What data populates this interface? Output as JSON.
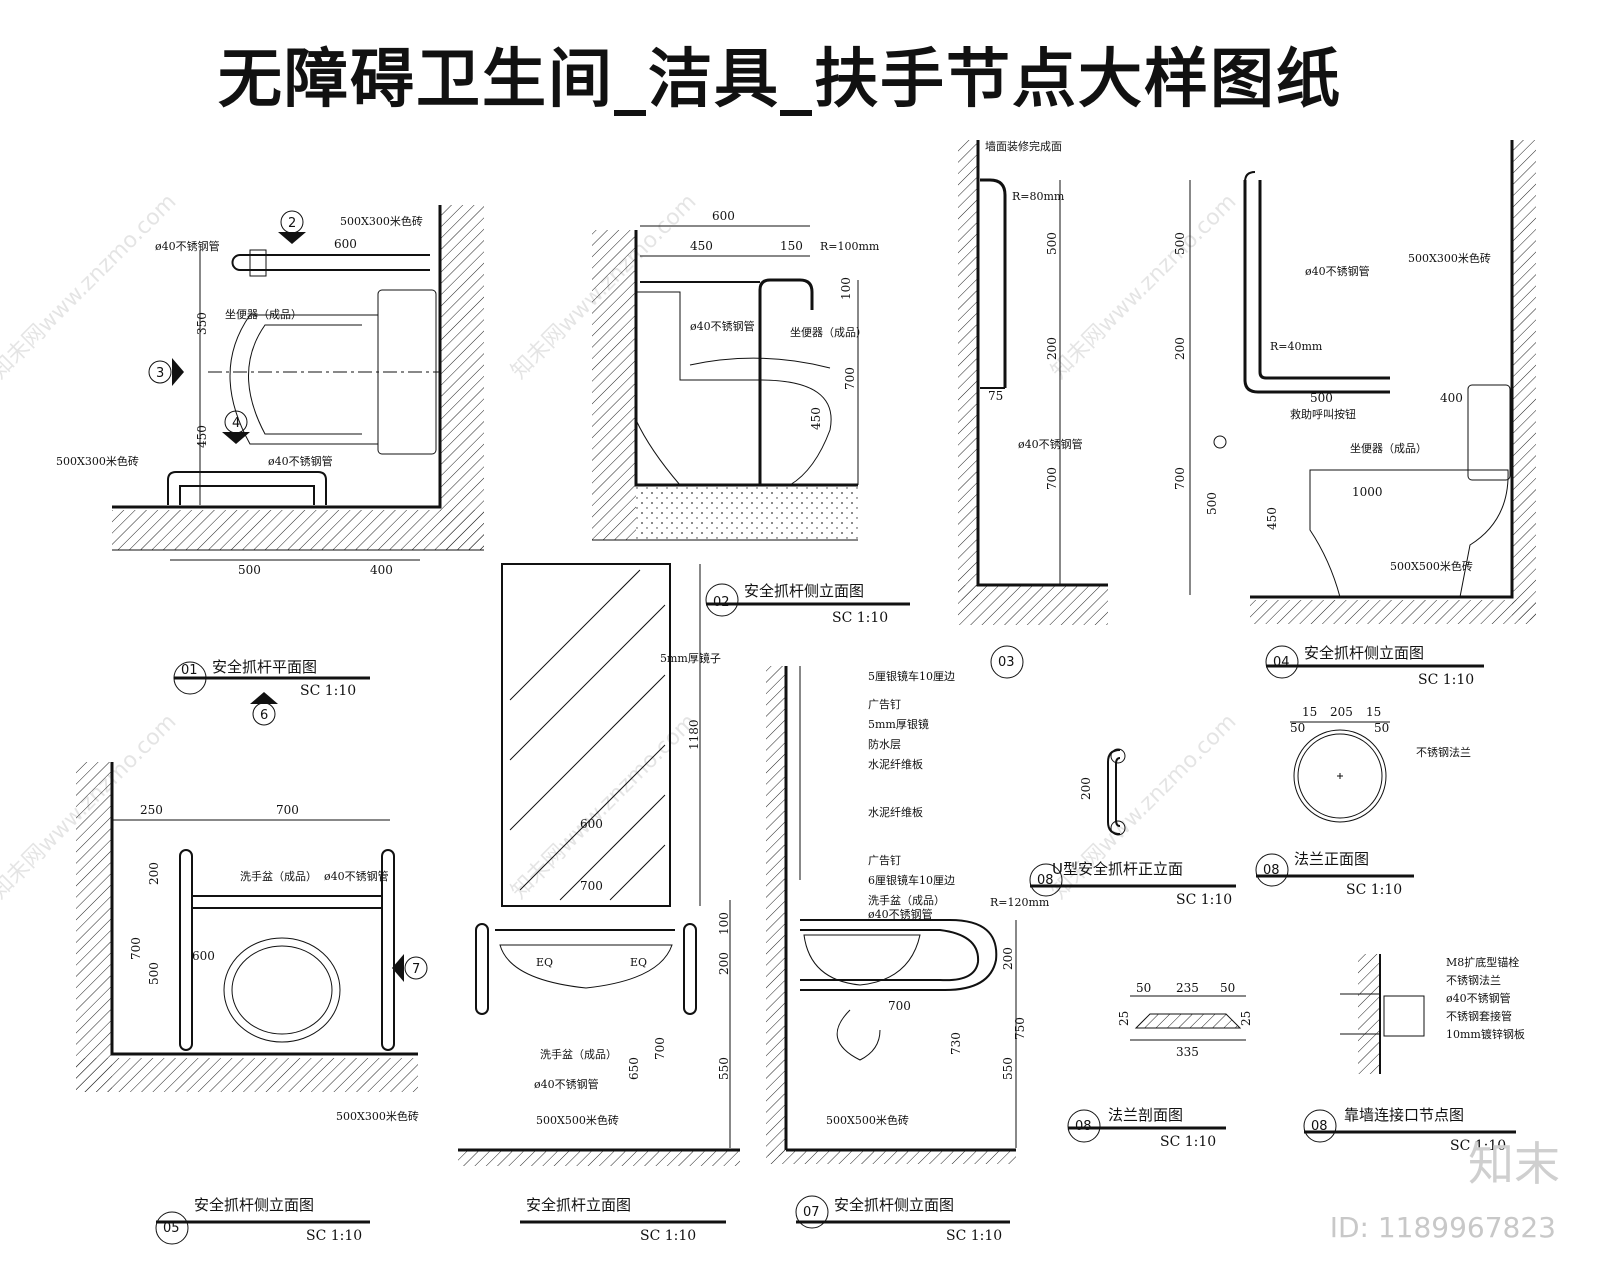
{
  "title": "无障碍卫生间_洁具_扶手节点大样图纸",
  "watermark": {
    "text": "知未网www.znzmo.com",
    "brand": "知末",
    "id_label": "ID: 1189967823"
  },
  "drawings": {
    "d01": {
      "num": "01",
      "title": "安全抓杆平面图",
      "scale": "SC 1:10",
      "labels": {
        "tile": "500X300米色砖",
        "pipe": "ø40不锈钢管",
        "toilet": "坐便器（成品）",
        "tile2": "500X300米色砖",
        "pipe2": "ø40不锈钢管"
      },
      "dims": {
        "d600": "600",
        "d350": "350",
        "d450": "450",
        "d500": "500",
        "d400": "400"
      },
      "markers": {
        "m2": "2",
        "m3": "3",
        "m4": "4",
        "m6": "6"
      }
    },
    "d02": {
      "num": "02",
      "title": "安全抓杆侧立面图",
      "scale": "SC 1:10",
      "labels": {
        "pipe": "ø40不锈钢管",
        "toilet": "坐便器（成品）",
        "radius": "R=100mm"
      },
      "dims": {
        "d600": "600",
        "d450": "450",
        "d150": "150",
        "d100": "100",
        "d700": "700",
        "d450b": "450"
      }
    },
    "d03": {
      "num": "03",
      "labels": {
        "wall": "墙面装修完成面",
        "radius": "R=80mm",
        "pipe": "ø40不锈钢管"
      },
      "dims": {
        "d500": "500",
        "d200": "200",
        "d700": "700",
        "d75": "75"
      }
    },
    "d04": {
      "num": "04",
      "title": "安全抓杆侧立面图",
      "scale": "SC 1:10",
      "labels": {
        "tile": "500X300米色砖",
        "pipe": "ø40不锈钢管",
        "radius": "R=40mm",
        "button": "救助呼叫按钮",
        "toilet": "坐便器（成品）",
        "floor": "500X500米色砖"
      },
      "dims": {
        "d500": "500",
        "d200": "200",
        "d700": "700",
        "d500b": "500",
        "d400": "400",
        "d1000": "1000",
        "d500c": "500",
        "d450": "450"
      }
    },
    "d05": {
      "num": "05",
      "title": "安全抓杆侧立面图",
      "scale": "SC 1:10",
      "labels": {
        "basin": "洗手盆（成品）",
        "pipe": "ø40不锈钢管",
        "tile": "500X300米色砖"
      },
      "dims": {
        "d250": "250",
        "d700": "700",
        "d200": "200",
        "d700b": "700",
        "d500": "500",
        "d600": "600"
      },
      "markers": {
        "m7": "7"
      }
    },
    "d06": {
      "title": "安全抓杆立面图",
      "scale": "SC 1:10",
      "labels": {
        "mirror": "5mm厚镜子",
        "basin": "洗手盆（成品）",
        "pipe": "ø40不锈钢管",
        "floor": "500X500米色砖",
        "eq1": "EQ",
        "eq2": "EQ"
      },
      "dims": {
        "d1180": "1180",
        "d600": "600",
        "d700": "700",
        "d100": "100",
        "d200": "200",
        "d650": "650",
        "d700b": "700",
        "d550": "550"
      }
    },
    "d07": {
      "num": "07",
      "title": "安全抓杆侧立面图",
      "scale": "SC 1:10",
      "labels": {
        "l1": "5厘银镜车10厘边",
        "l2": "广告钉",
        "l3": "5mm厚银镜",
        "l4": "防水层",
        "l5": "水泥纤维板",
        "l6": "水泥纤维板",
        "l7": "广告钉",
        "l8": "6厘银镜车10厘边",
        "basin": "洗手盆（成品）",
        "pipe": "ø40不锈钢管",
        "radius": "R=120mm",
        "floor": "500X500米色砖"
      },
      "dims": {
        "d700": "700",
        "d200": "200",
        "d730": "730",
        "d550": "550",
        "d750": "750"
      }
    },
    "d08a": {
      "num": "08",
      "title": "U型安全抓杆正立面",
      "scale": "SC 1:10",
      "dims": {
        "d200": "200"
      }
    },
    "d08b": {
      "num": "08",
      "title": "法兰正面图",
      "scale": "SC 1:10",
      "labels": {
        "flange": "不锈钢法兰"
      },
      "dims": {
        "d15a": "15",
        "d205": "205",
        "d15b": "15",
        "d50a": "50",
        "d50b": "50"
      }
    },
    "d08c": {
      "num": "08",
      "title": "法兰剖面图",
      "scale": "SC 1:10",
      "dims": {
        "d50a": "50",
        "d235": "235",
        "d50b": "50",
        "d335": "335",
        "d25a": "25",
        "d25b": "25"
      }
    },
    "d08d": {
      "num": "08",
      "title": "靠墙连接口节点图",
      "scale": "SC 1:10",
      "labels": {
        "l1": "M8扩底型锚栓",
        "l2": "不锈钢法兰",
        "l3": "ø40不锈钢管",
        "l4": "不锈钢套接管",
        "l5": "10mm镀锌钢板"
      }
    }
  }
}
